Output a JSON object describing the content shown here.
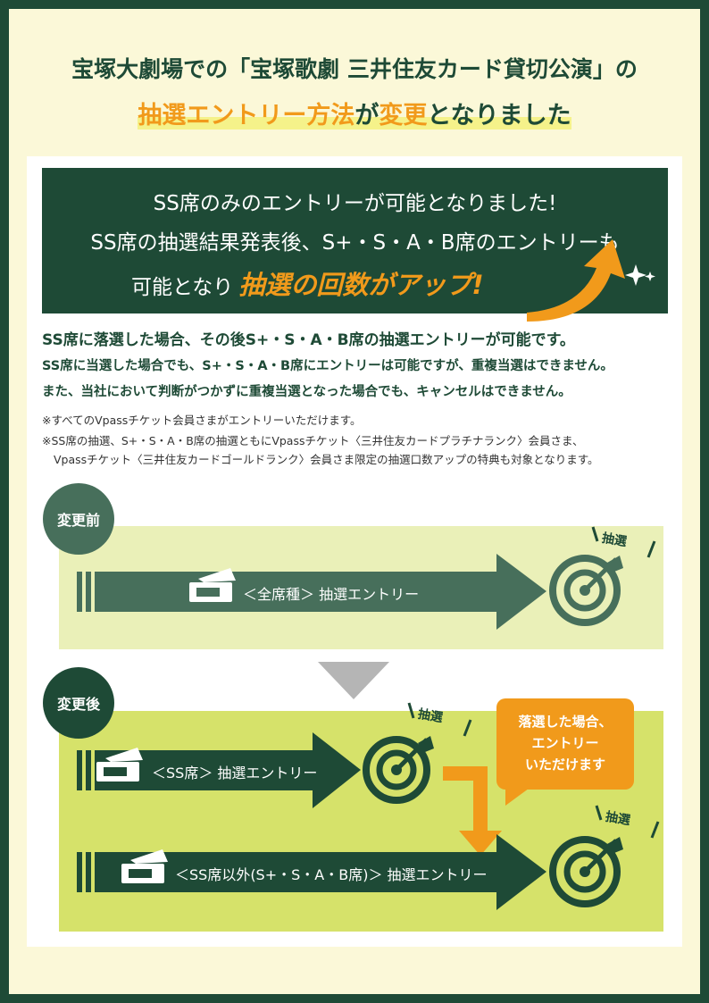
{
  "title": {
    "line1": "宝塚大劇場での「宝塚歌劇 三井住友カード貸切公演」の",
    "line2_hl": "抽選エントリー方法",
    "line2_mid": "が",
    "line2_hl2": "変更",
    "line2_end": "となりました"
  },
  "banner": {
    "line1": "SS席のみのエントリーが可能となりました!",
    "line2": "SS席の抽選結果発表後、S+・S・A・B席のエントリーも",
    "line3": "可能となり",
    "line3_accent": "抽選の回数がアップ!"
  },
  "notes": {
    "n1": "SS席に落選した場合、その後S+・S・A・B席の抽選エントリーが可能です。",
    "n2": "SS席に当選した場合でも、S+・S・A・B席にエントリーは可能ですが、重複当選はできません。",
    "n3": "また、当社において判断がつかずに重複当選となった場合でも、キャンセルはできません。",
    "s1": "※すべてのVpassチケット会員さまがエントリーいただけます。",
    "s2": "※SS席の抽選、S+・S・A・B席の抽選ともにVpassチケット〈三井住友カードプラチナランク〉会員さま、",
    "s3": "Vpassチケット〈三井住友カードゴールドランク〉会員さま限定の抽選口数アップの特典も対象となります。"
  },
  "before": {
    "label": "変更前",
    "arrow": "＜全席種＞ 抽選エントリー",
    "tag": "抽選"
  },
  "after": {
    "label": "変更後",
    "arrow1": "＜SS席＞ 抽選エントリー",
    "arrow2": "＜SS席以外(S+・S・A・B席)＞ 抽選エントリー",
    "tag": "抽選",
    "speech_l1": "落選した場合、",
    "speech_l2": "エントリー",
    "speech_l3": "いただけます"
  },
  "colors": {
    "dark_green": "#1e4a36",
    "mid_green": "#476f5b",
    "orange": "#f19a1b",
    "light_box": "#eaf0b8",
    "lime_box": "#d6e26a",
    "cream": "#fbf8d8"
  }
}
